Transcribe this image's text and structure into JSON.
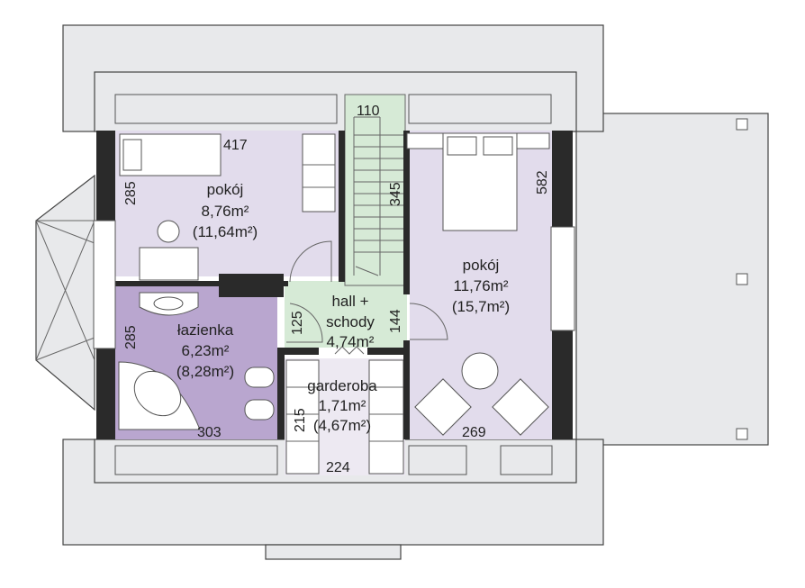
{
  "colors": {
    "room_light": "#e2dcec",
    "bathroom": "#b9a6cf",
    "hall": "#d6ead6",
    "roof": "#e8e9eb",
    "wall": "#2a2a2a"
  },
  "rooms": {
    "pokoj_left": {
      "name": "pokój",
      "area": "8,76m²",
      "area_total": "(11,64m²)",
      "dim_w": "417",
      "dim_h": "285"
    },
    "lazienka": {
      "name": "łazienka",
      "area": "6,23m²",
      "area_total": "(8,28m²)",
      "dim_w": "303",
      "dim_h": "285"
    },
    "hall": {
      "name1": "hall +",
      "name2": "schody",
      "area": "4,74m²",
      "dim_h": "125",
      "dim_h2": "144"
    },
    "stairs": {
      "dim_w": "110",
      "dim_h": "345"
    },
    "garderoba": {
      "name": "garderoba",
      "area": "1,71m²",
      "area_total": "(4,67m²)",
      "dim_w": "224",
      "dim_h": "215"
    },
    "pokoj_right": {
      "name": "pokój",
      "area": "11,76m²",
      "area_total": "(15,7m²)",
      "dim_w": "269",
      "dim_h": "582"
    }
  }
}
